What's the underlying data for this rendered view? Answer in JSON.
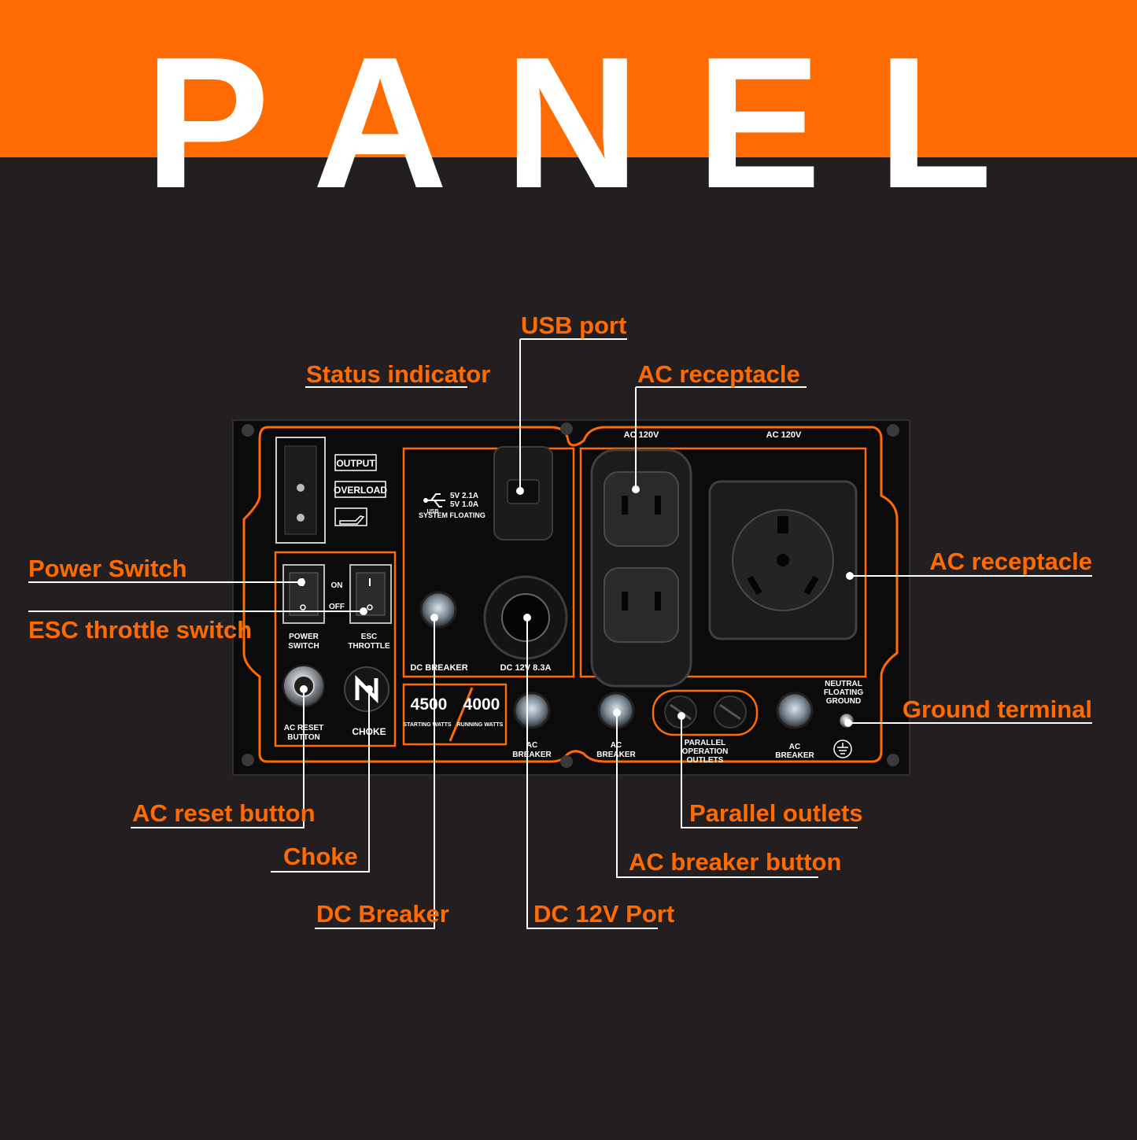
{
  "title": "PANEL",
  "colors": {
    "accent": "#ff6b00",
    "background": "#231f20",
    "panel": "#0b0b0b",
    "text": "#ffffff"
  },
  "callouts": {
    "usb_port": "USB port",
    "status_indicator": "Status indicator",
    "ac_receptacle_top": "AC receptacle",
    "ac_receptacle_right": "AC receptacle",
    "power_switch": "Power Switch",
    "esc_throttle_switch": "ESC throttle switch",
    "ground_terminal": "Ground terminal",
    "ac_reset_button": "AC reset button",
    "choke": "Choke",
    "dc_breaker": "DC Breaker",
    "dc_12v_port": "DC 12V Port",
    "parallel_outlets": "Parallel outlets",
    "ac_breaker_button": "AC breaker button"
  },
  "panel": {
    "output": "OUTPUT",
    "overload": "OVERLOAD",
    "usb_line1": "5V 2.1A",
    "usb_line2": "5V 1.0A",
    "usb_tag": "USB",
    "system_floating": "SYSTEM FLOATING",
    "ac_120v_left": "AC 120V",
    "ac_120v_right": "AC 120V",
    "on": "ON",
    "off": "OFF",
    "power_switch_l1": "POWER",
    "power_switch_l2": "SWITCH",
    "esc_l1": "ESC",
    "esc_l2": "THROTTLE",
    "dc_breaker": "DC BREAKER",
    "dc_12v": "DC 12V 8.3A",
    "starting_watts_value": "4500",
    "starting_watts_label": "STARTING WATTS",
    "running_watts_value": "4000",
    "running_watts_label": "RUNNING WATTS",
    "ac_reset_l1": "AC RESET",
    "ac_reset_l2": "BUTTON",
    "choke": "CHOKE",
    "ac_breaker_1_l1": "AC",
    "ac_breaker_1_l2": "BREAKER",
    "ac_breaker_2_l1": "AC",
    "ac_breaker_2_l2": "BREAKER",
    "ac_breaker_3_l1": "AC",
    "ac_breaker_3_l2": "BREAKER",
    "parallel_l1": "PARALLEL",
    "parallel_l2": "OPERATION",
    "parallel_l3": "OUTLETS",
    "neutral_l1": "NEUTRAL",
    "neutral_l2": "FLOATING",
    "neutral_l3": "GROUND"
  }
}
